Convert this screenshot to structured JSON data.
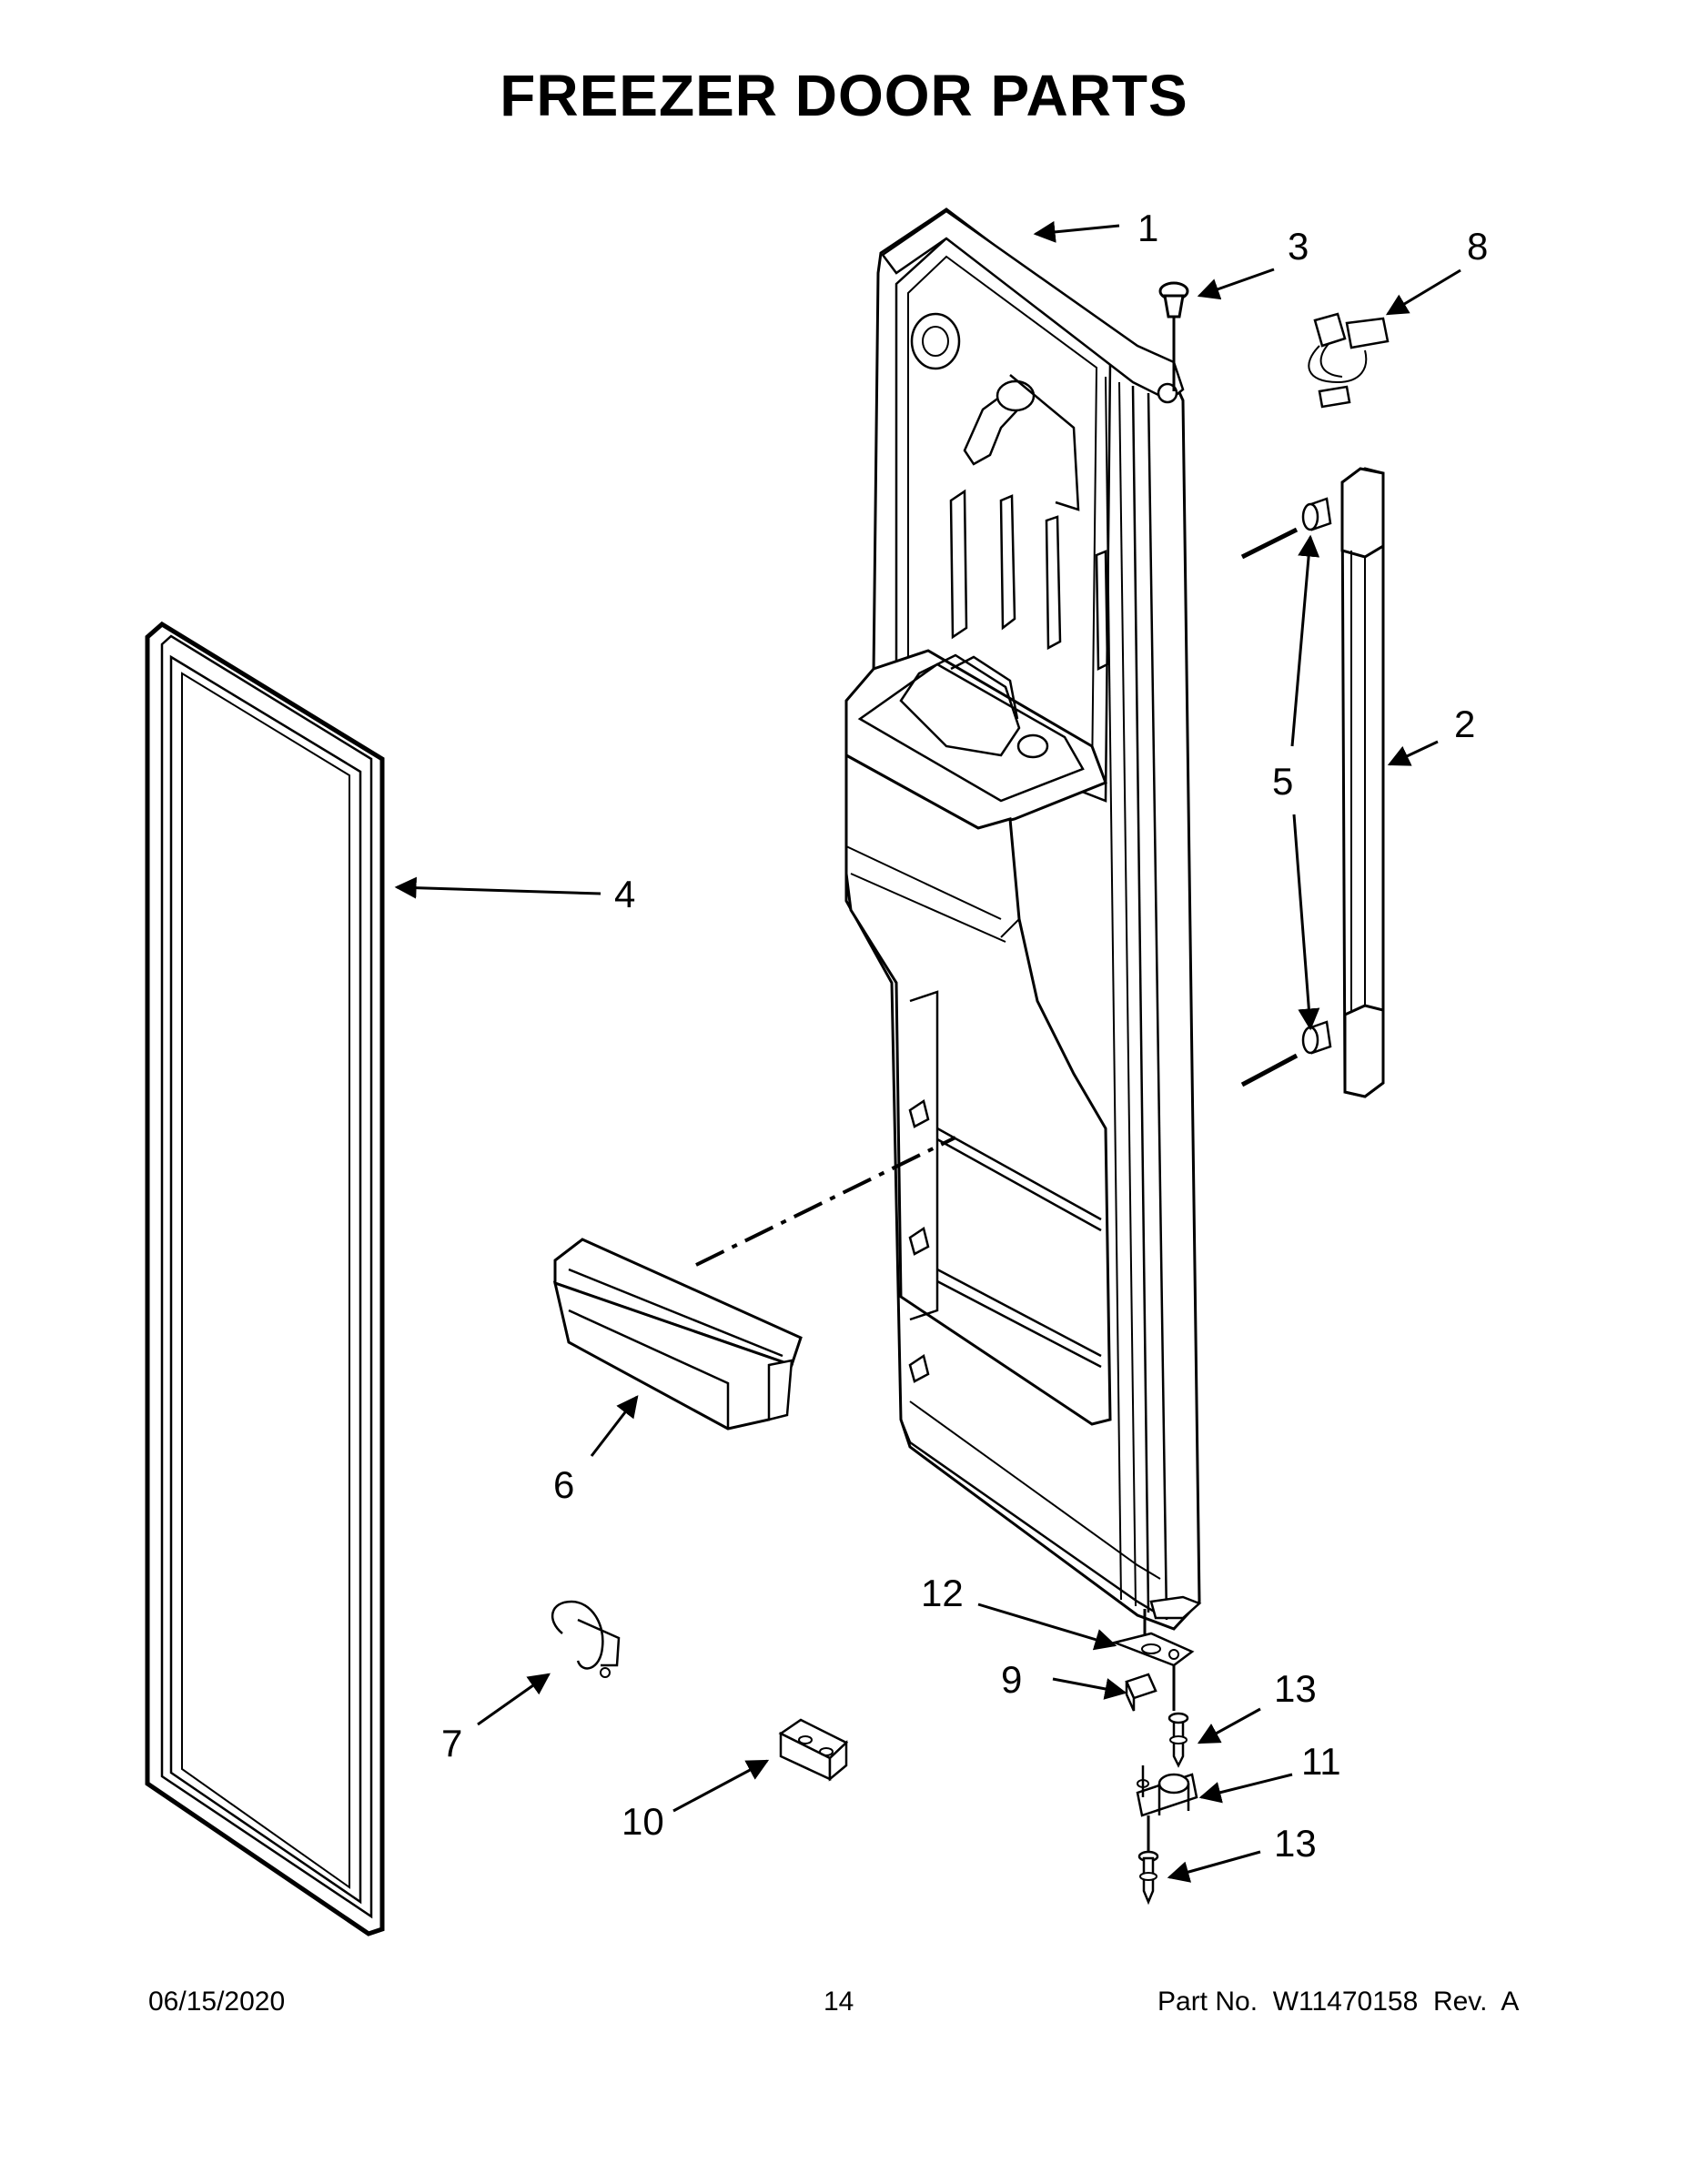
{
  "title": "FREEZER DOOR PARTS",
  "callouts": {
    "c1": "1",
    "c2": "2",
    "c3": "3",
    "c4": "4",
    "c5": "5",
    "c6": "6",
    "c7": "7",
    "c8": "8",
    "c9": "9",
    "c10": "10",
    "c11": "11",
    "c12": "12",
    "c13a": "13",
    "c13b": "13"
  },
  "footer": {
    "date": "06/15/2020",
    "page": "14",
    "part_no": "Part No.  W11470158  Rev.  A"
  }
}
